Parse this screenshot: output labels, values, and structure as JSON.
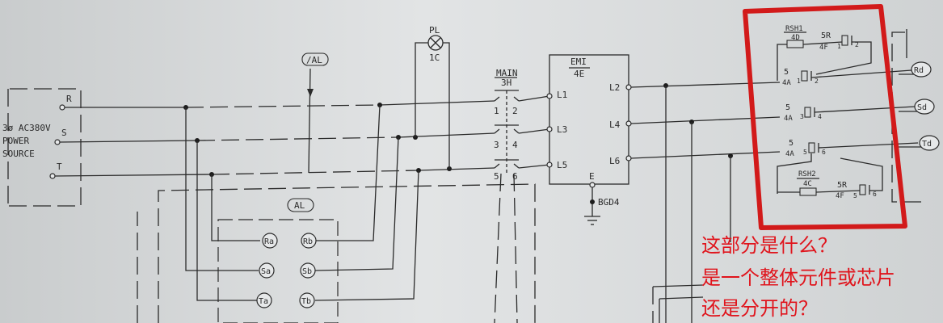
{
  "colors": {
    "paper": "#d9dcdd",
    "ink": "#2b2b2b",
    "highlight": "#d21a1a",
    "question_text": "#e0141c"
  },
  "power_source": {
    "line1": "3ø AC380V",
    "line2": "POWER",
    "line3": "SOURCE",
    "phases": [
      "R",
      "S",
      "T"
    ]
  },
  "pilot_lamp": {
    "name": "PL",
    "ref": "1C",
    "icon": "lamp-icon"
  },
  "alarm_labels": {
    "top": "/AL",
    "mid": "AL"
  },
  "main_contactor": {
    "name": "MAIN",
    "ref": "3H",
    "contacts": [
      "1",
      "2",
      "3",
      "4",
      "5",
      "6"
    ]
  },
  "emi_filter": {
    "name": "EMI",
    "ref": "4E",
    "inputs": [
      "L1",
      "L3",
      "L5"
    ],
    "outputs": [
      "L2",
      "L4",
      "L6"
    ],
    "ground_letter": "E",
    "ground_label": "BGD4",
    "ground_icon": "ground-icon"
  },
  "terminals": [
    "Ra",
    "Rb",
    "Sa",
    "Sb",
    "Ta",
    "Tb"
  ],
  "right_terminals": [
    "Rd",
    "Sd",
    "Td"
  ],
  "highlighted_section": {
    "rsh1": "RSH1",
    "rsh1_ref": "4D",
    "r1": "5R",
    "r1_ref": "4F",
    "r1_pins": [
      "1",
      "2"
    ],
    "c1": "5",
    "c1_ref": "4A",
    "c1_pins": [
      "1",
      "2"
    ],
    "c2": "5",
    "c2_ref": "4A",
    "c2_pins": [
      "3",
      "4"
    ],
    "c3": "5",
    "c3_ref": "4A",
    "c3_pins": [
      "5",
      "6"
    ],
    "rsh2": "RSH2",
    "rsh2_ref": "4C",
    "r2": "5R",
    "r2_ref": "4F",
    "r2_pins": [
      "5",
      "6"
    ]
  },
  "question": {
    "line1": "这部分是什么？",
    "line2": "是一个整体元件或芯片",
    "line3": "还是分开的？"
  }
}
